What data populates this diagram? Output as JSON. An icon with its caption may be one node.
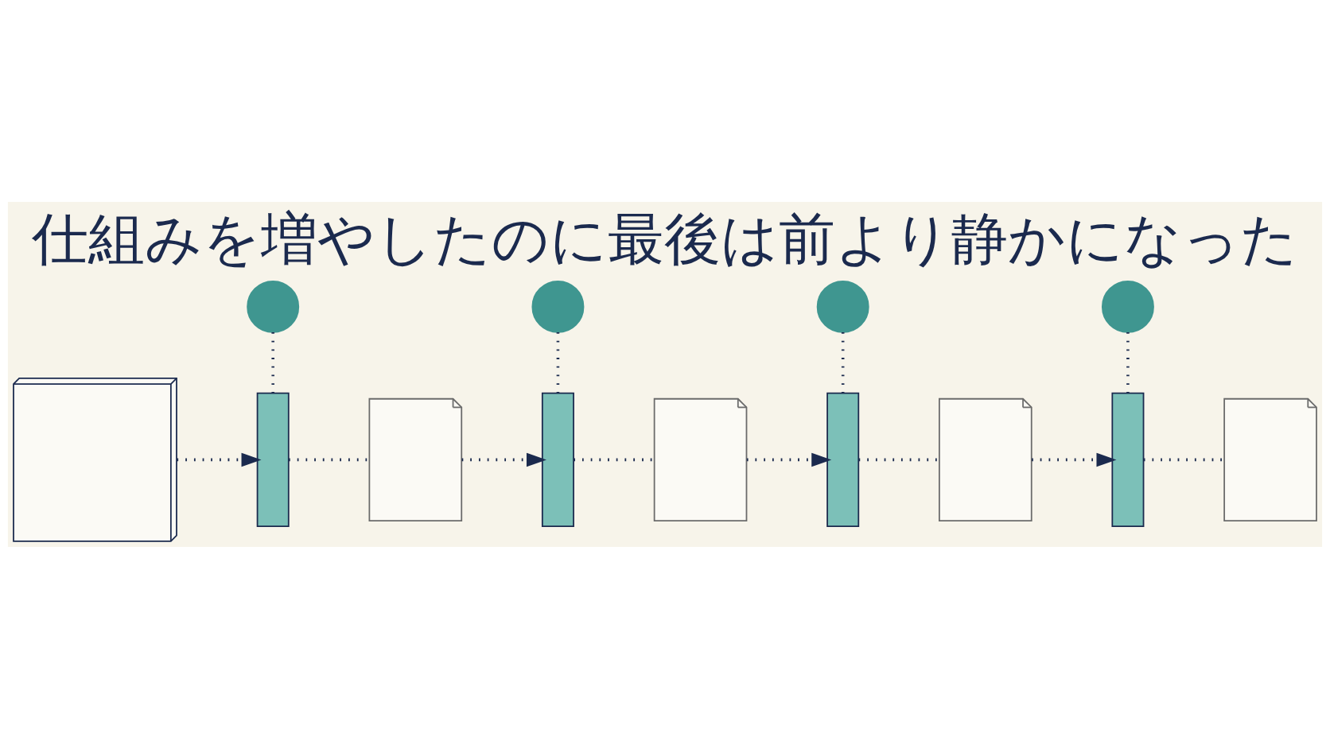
{
  "diagram": {
    "title": "仕組みを増やしたのに最後は前より静かになった",
    "nodes": [
      {
        "text": [],
        "shape": "picture"
      },
      {
        "text": [],
        "shape": "circle"
      },
      {
        "text": [],
        "shape": "bar"
      },
      {
        "text": [],
        "shape": "box"
      },
      {
        "text": [],
        "shape": "circle"
      },
      {
        "text": [],
        "shape": "bar"
      },
      {
        "text": [],
        "shape": "box"
      },
      {
        "text": [],
        "shape": "circle"
      },
      {
        "text": [],
        "shape": "bar"
      },
      {
        "text": [],
        "shape": "box"
      },
      {
        "text": [],
        "shape": "circle"
      },
      {
        "text": [],
        "shape": "bar"
      },
      {
        "text": [],
        "shape": "box"
      }
    ],
    "edges": [
      {
        "from": 0,
        "to": 2,
        "arrow": "to",
        "style": "dashed"
      },
      {
        "from": 1,
        "to": 2,
        "arrow": "none",
        "style": "dashed"
      },
      {
        "from": 2,
        "to": 3,
        "arrow": "none",
        "style": "dashed"
      },
      {
        "from": 3,
        "to": 5,
        "arrow": "to",
        "style": "dashed"
      },
      {
        "from": 4,
        "to": 5,
        "arrow": "none",
        "style": "dashed"
      },
      {
        "from": 5,
        "to": 6,
        "arrow": "none",
        "style": "dashed"
      },
      {
        "from": 6,
        "to": 8,
        "arrow": "to",
        "style": "dashed"
      },
      {
        "from": 7,
        "to": 8,
        "arrow": "none",
        "style": "dashed"
      },
      {
        "from": 8,
        "to": 9,
        "arrow": "none",
        "style": "dashed"
      },
      {
        "from": 9,
        "to": 11,
        "arrow": "to",
        "style": "dashed"
      },
      {
        "from": 10,
        "to": 11,
        "arrow": "none",
        "style": "dashed"
      },
      {
        "from": 11,
        "to": 12,
        "arrow": "none",
        "style": "dashed"
      }
    ]
  }
}
